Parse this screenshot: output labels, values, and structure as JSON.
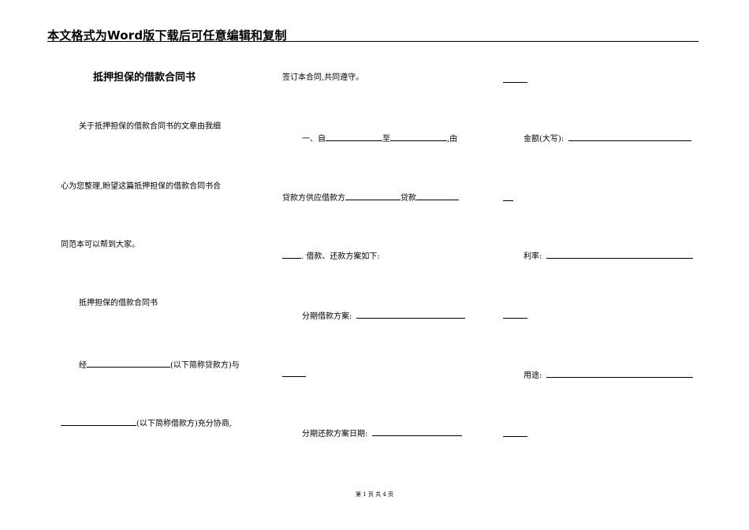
{
  "header": "本文格式为Word版下载后可任意编辑和复制",
  "col1": {
    "title": "抵押担保的借款合同书",
    "intro1": "关于抵押担保的借款合同书的文章由我细",
    "intro2": "心为您整理,盼望这篇抵押担保的借款合同书合",
    "intro3": "同范本可以帮到大家。",
    "subtitle": "抵押担保的借款合同书",
    "line_jing_pre": "经",
    "line_jing_post": "(以下简称贷款方)与",
    "line_borrower_post": "(以下简称借款方)充分协商,"
  },
  "col2": {
    "sign": "签订本合同,共同遵守。",
    "clause1_pre": "一、自",
    "clause1_mid": "至",
    "clause1_post": ",由",
    "supply_pre": "贷款方供应借款方",
    "supply_mid": "贷款",
    "repay_plan": ". 借款、还款方案如下:",
    "installment_plan": "分期借款方案:",
    "installment_date": "分期还款方案日期:"
  },
  "col3": {
    "amount": "金额(大写):",
    "rate": "利率:",
    "purpose": "用途:"
  },
  "footer": "第 1 页 共 4 页"
}
